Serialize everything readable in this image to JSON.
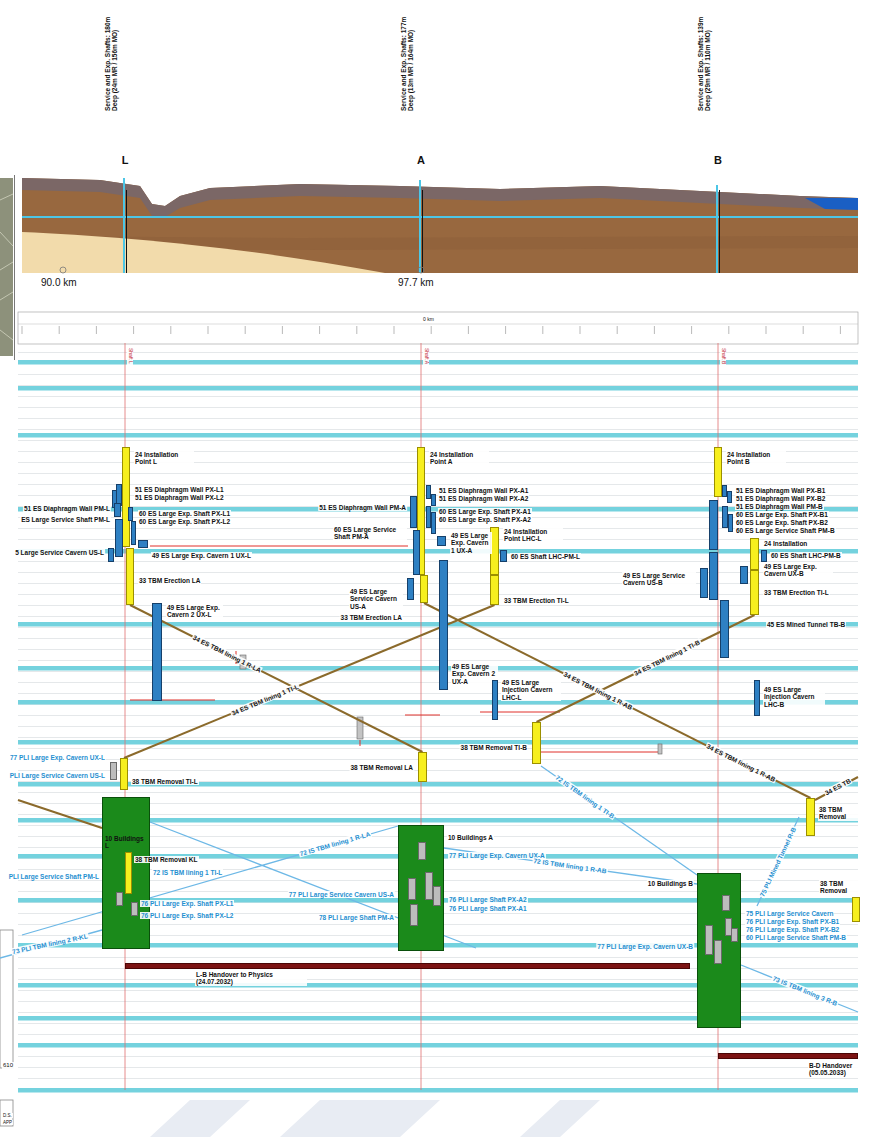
{
  "diagram": {
    "nodes": [
      {
        "text": [
          "24 Installation Point L"
        ]
      },
      {
        "text": [
          "51 ES Diaphragm Wall PX-L1"
        ]
      },
      {
        "text": [
          "51 ES Diaphragm Wall PX-L2"
        ]
      },
      {
        "text": [
          "51 ES Diaphragm Wall PM-L"
        ]
      },
      {
        "text": [
          "ES Large Service Shaft PM-L"
        ]
      },
      {
        "text": [
          "60 ES Large Exp. Shaft PX-L1"
        ]
      },
      {
        "text": [
          "60 ES Large Exp. Shaft PX-L2"
        ]
      },
      {
        "text": [
          "5 Large Service Cavern US-L"
        ]
      },
      {
        "text": [
          "49 ES Large Exp. Cavern 1 UX-L"
        ]
      },
      {
        "text": [
          "33 TBM Erection LA"
        ]
      },
      {
        "text": [
          "49 ES Large Exp. Cavern 2 UX-L"
        ]
      },
      {
        "text": [
          "77 PLI Large Exp. Cavern UX-L"
        ]
      },
      {
        "text": [
          "38 TBM Removal TI-L"
        ]
      },
      {
        "text": [
          "10 Buildings L"
        ]
      },
      {
        "text": [
          "38 TBM Removal KL"
        ],
        "in": 13
      },
      {
        "text": [
          "76 PLI Large Exp. Shaft PX-L1"
        ],
        "in": 13
      },
      {
        "text": [
          "76 PLI Large Exp. Shaft PX-L2"
        ],
        "in": 13
      },
      {
        "text": [
          "24 Installation Point A"
        ]
      },
      {
        "text": [
          "24 Installation Point LHC-L"
        ]
      },
      {
        "text": [
          "51 ES Diaphragm Wall PM-A"
        ]
      },
      {
        "text": [
          "51 ES Diaphragm Wall PX-A1"
        ]
      },
      {
        "text": [
          "51 ES Diaphragm Wall PX-A2"
        ]
      },
      {
        "text": [
          "60 ES Large Service Shaft PM-A"
        ]
      },
      {
        "text": [
          "60 ES Large Exp. Shaft PX-A1"
        ]
      },
      {
        "text": [
          "60 ES Large Exp. Shaft PX-A2"
        ]
      },
      {
        "text": [
          "49 ES Large Exp. Cavern 1 UX-A"
        ]
      },
      {
        "text": [
          "60 ES Shaft LHC-PM-L"
        ]
      },
      {
        "text": [
          "49 ES Large Service Cavern US-A"
        ]
      },
      {
        "text": [
          "33 TBM Erection LA"
        ]
      },
      {
        "text": [
          "33 TBM Erection TI-L"
        ]
      },
      {
        "text": [
          "49 ES Large Exp. Cavern 2 UX-A"
        ]
      },
      {
        "text": [
          "49 ES Large Injection Cavern LHC-L"
        ]
      },
      {
        "text": [
          "38 TBM Removal TI-B"
        ]
      },
      {
        "text": [
          "38 TBM Removal LA"
        ]
      },
      {
        "text": [
          "10 Buildings A"
        ]
      },
      {
        "text": [
          "77 PLI Large Exp. Cavern UX-A"
        ],
        "in": 34
      },
      {
        "text": [
          "77 PLI Large Service Cavern US-A"
        ],
        "in": 34
      },
      {
        "text": [
          "76 PLI Large Shaft PX-A2"
        ],
        "in": 34
      },
      {
        "text": [
          "76 PLI Large Shaft PX-A1"
        ],
        "in": 34
      },
      {
        "text": [
          "78 PLI Large Shaft PM-A"
        ],
        "in": 34
      },
      {
        "text": [
          "24 Installation Point B"
        ]
      },
      {
        "text": [
          "24 Installation"
        ]
      },
      {
        "text": [
          "51 ES Diaphragm Wall PX-B1"
        ]
      },
      {
        "text": [
          "51 ES Diaphragm Wall PX-B2"
        ]
      },
      {
        "text": [
          "51 ES Diaphragm Wall PM-B"
        ]
      },
      {
        "text": [
          "60 ES Large Exp. Shaft PX-B1"
        ]
      },
      {
        "text": [
          "60 ES Large Exp. Shaft PX-B2"
        ]
      },
      {
        "text": [
          "60 ES Large Service Shaft PM-B"
        ]
      },
      {
        "text": [
          "60 ES Shaft LHC-PM-B"
        ]
      },
      {
        "text": [
          "49 ES Large Service Cavern US-B"
        ]
      },
      {
        "text": [
          "49 ES Large Exp. Cavern UX-B"
        ]
      },
      {
        "text": [
          "33 TBM Erection TI-L"
        ]
      },
      {
        "text": [
          "45 ES Mined Tunnel TB-B"
        ]
      },
      {
        "text": [
          "49 ES Large Injection Cavern LHC-B"
        ]
      },
      {
        "text": [
          "38 TBM Removal"
        ]
      },
      {
        "text": [
          "10 Buildings B"
        ]
      },
      {
        "text": [
          "75 PLI Large Service Cavern"
        ],
        "in": 55
      },
      {
        "text": [
          "76 PLI Large Exp. Shaft PX-B1"
        ],
        "in": 55
      },
      {
        "text": [
          "76 PLI Large Exp. Shaft PX-B2"
        ],
        "in": 55
      },
      {
        "text": [
          "77 PLI Large Exp. Cavern UX-B"
        ],
        "in": 55
      },
      {
        "text": [
          "60 PLI Large Service Shaft PM-B"
        ],
        "in": 55
      },
      {
        "text": [
          "38 TBM Removal"
        ]
      },
      {
        "text": [
          "L-B Handover to Physics (24.07.2032)"
        ]
      },
      {
        "text": [
          "B-D Handover (05.05.2033)"
        ]
      }
    ],
    "edges": [
      {
        "from": 9,
        "to": 33,
        "arrow": "none",
        "label": "34 ES TBM lining 1 R-LA"
      },
      {
        "from": 29,
        "to": 12,
        "arrow": "none",
        "label": "34 ES TBM lining 1 TI-L"
      },
      {
        "from": 28,
        "to": 54,
        "arrow": "none",
        "label": "34 ES TBM lining 1 R-AB"
      },
      {
        "from": 51,
        "to": 32,
        "arrow": "none",
        "label": "34 ES TBM lining 1 TI-B"
      }
    ],
    "labels": [
      "Service and Exp. Shafts: 180m Deep (24m MR / 156m MO)",
      "L",
      "Service and Exp. Shafts: 177m Deep (13m MR / 164m MO)",
      "A",
      "Service and Exp. Shafts: 139m Deep (29m MR / 110m MO)",
      "B",
      "90.0 km",
      "97.7 km",
      "0 km",
      "Shaft L",
      "Shaft A",
      "Shaft B",
      "34 ES TBM lining 1 R-AB",
      "PLI Large Service Cavern US-L",
      "PLI Large Service Shaft PM-L",
      "72 IS TBM lining 1 TI-L",
      "72 IS TBM lining 1 R-LA",
      "73 PLI TBM lining 2 R-KL",
      "72 IS TBM lining 1 TI-B",
      "72 IS TBM lining 1 R-AB",
      "75 PLI Mined Tunnel R-B",
      "73 IS TBM lining 3 R-B",
      "34 ES TB",
      "610",
      "D.S.",
      "APP"
    ]
  }
}
